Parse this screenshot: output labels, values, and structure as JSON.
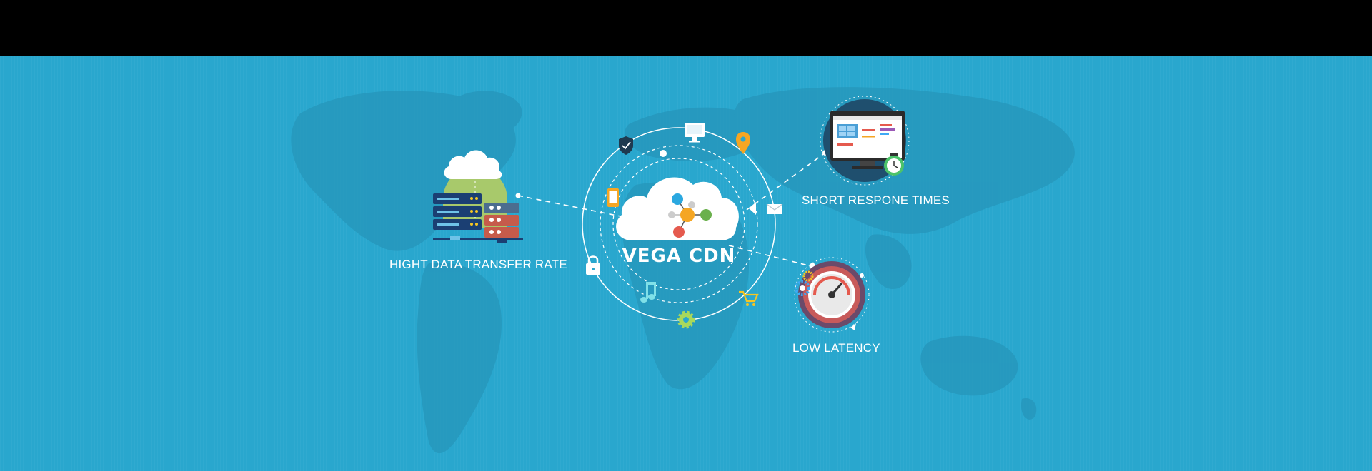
{
  "hero": {
    "center_title": "VEGA CDN",
    "features": {
      "transfer": "HIGHT DATA TRANSFER RATE",
      "response": "SHORT RESPONE TIMES",
      "latency": "LOW LATENCY"
    }
  },
  "colors": {
    "background": "#29a7ce",
    "top_bar": "#000000",
    "text": "#ffffff"
  },
  "icons": [
    "cloud-network-icon",
    "server-rack-icon",
    "monitor-icon",
    "clock-icon",
    "speedometer-icon",
    "shield-icon",
    "location-pin-icon",
    "envelope-icon",
    "shopping-cart-icon",
    "gear-icon",
    "music-note-icon",
    "lock-icon",
    "mobile-phone-icon"
  ]
}
